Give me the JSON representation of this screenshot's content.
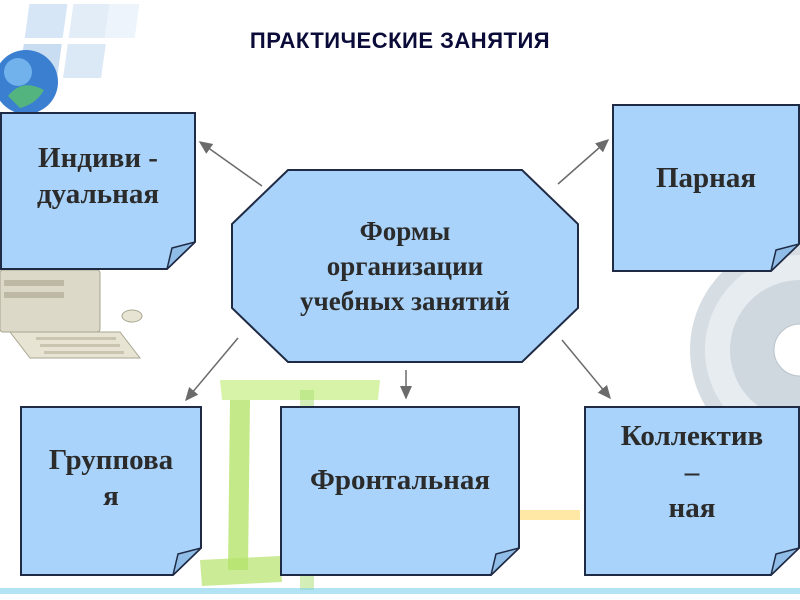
{
  "title": "ПРАКТИЧЕСКИЕ ЗАНЯТИЯ",
  "center": {
    "label": "Формы\nорганизации\nучебных занятий"
  },
  "cards": {
    "individual": "Индиви -\nдуальная",
    "pair": "Парная",
    "group": "Группова\nя",
    "frontal": "Фронтальная",
    "collective": "Коллектив\n–\nная"
  },
  "colors": {
    "card_fill": "#a9d3fa",
    "card_stroke": "#1f2a44",
    "title_text": "#0b0b3a",
    "arrow": "#6b6b6b",
    "accent_green": "#a6e24a",
    "accent_cyan": "#3fc6ee"
  }
}
